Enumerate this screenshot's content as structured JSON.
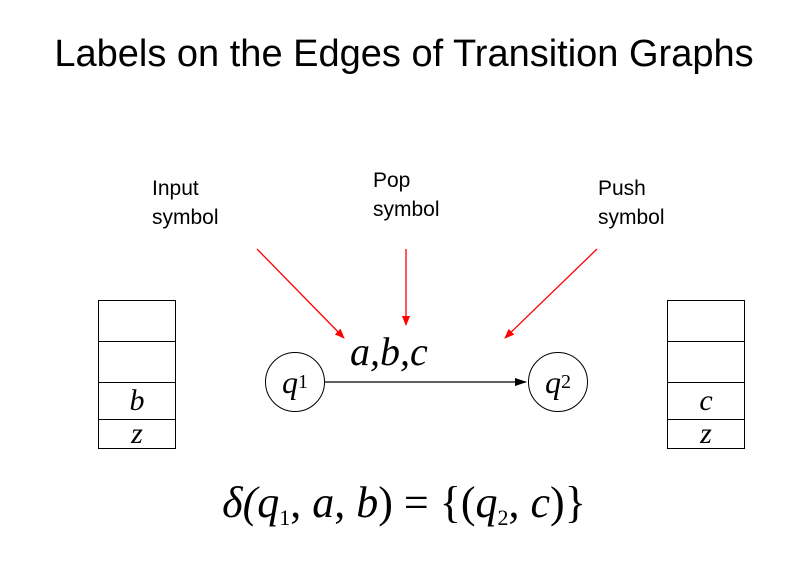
{
  "title": "Labels on the Edges of Transition Graphs",
  "callouts": {
    "input": {
      "line1": "Input",
      "line2": "symbol"
    },
    "pop": {
      "line1": "Pop",
      "line2": "symbol"
    },
    "push": {
      "line1": "Push",
      "line2": "symbol"
    }
  },
  "edge_label": "a,b,c",
  "states": [
    {
      "letter": "q",
      "index": "1"
    },
    {
      "letter": "q",
      "index": "2"
    }
  ],
  "stack_left": {
    "cells": [
      "",
      "",
      "b",
      "z"
    ]
  },
  "stack_right": {
    "cells": [
      "",
      "",
      "c",
      "z"
    ]
  },
  "formula": {
    "delta": "δ(",
    "q1_letter": "q",
    "q1_index": "1",
    "sep1": ",  ",
    "a": "a",
    "sep2": ",  ",
    "b": "b",
    "mid": ") = {(",
    "q2_letter": "q",
    "q2_index": "2",
    "sep3": ",  ",
    "c": "c",
    "end": ")}"
  },
  "colors": {
    "callout_arrow": "#ff0000",
    "line": "#000000"
  }
}
